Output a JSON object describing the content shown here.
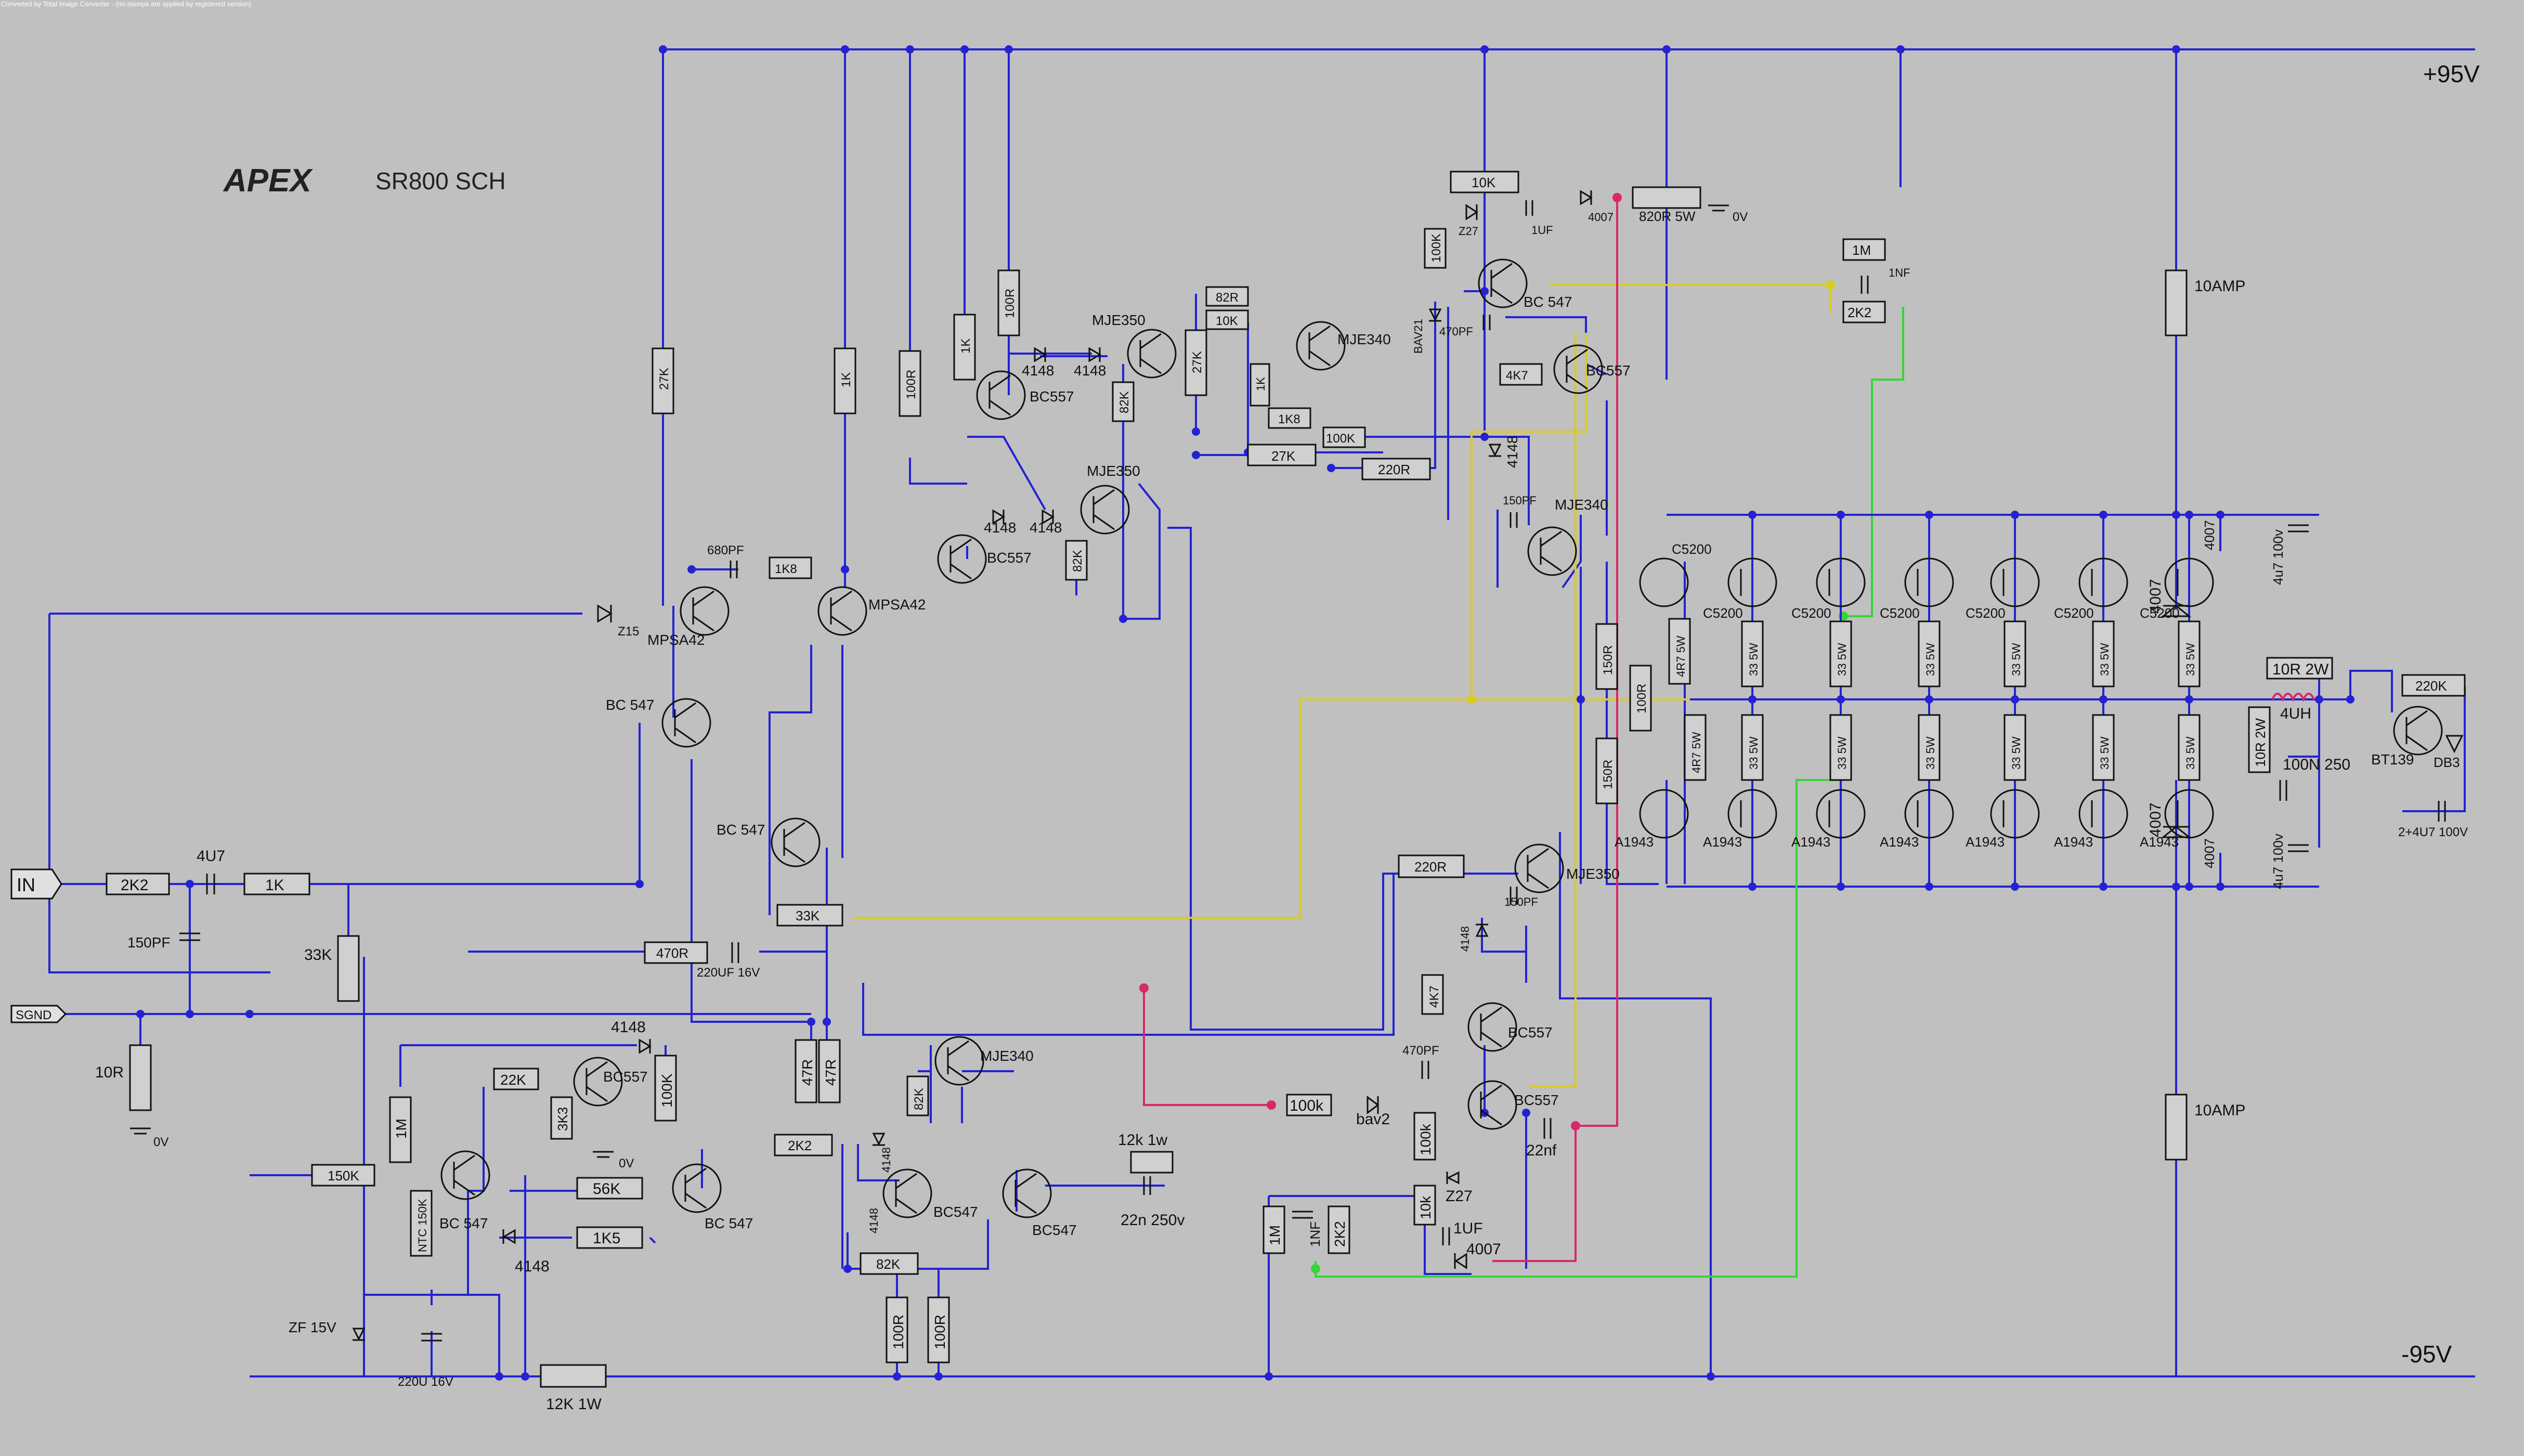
{
  "header": {
    "converter_note": "Converted by Total Image Converter - (no stamps are applied by registered version)"
  },
  "title": {
    "brand": "APEX",
    "model": "SR800 SCH"
  },
  "rails": {
    "positive": "+95V",
    "negative": "-95V"
  },
  "ports": {
    "input": "IN",
    "signal_ground": "SGND"
  },
  "ground": {
    "label": "0V"
  },
  "fuses": {
    "top": "10AMP",
    "bottom": "10AMP"
  },
  "colors": {
    "wire": "#2323d4",
    "bias_trace": "#d8cc22",
    "feedback_trace": "#36d436",
    "protect_trace": "#d8286a",
    "background": "#c0c0c0"
  },
  "resistors": {
    "r_2k2_in": "2K2",
    "r_1k_in": "1K",
    "r_33k_in": "33K",
    "r_10r_gnd": "10R",
    "r_27k_a": "27K",
    "r_1k_a": "1K",
    "r_100r_a": "100R",
    "r_1k_b": "1K",
    "r_100r_b": "100R",
    "r_82k_a": "82K",
    "r_27k_b": "27K",
    "r_82r": "82R",
    "r_10k_a": "10K",
    "r_1k_c": "1K",
    "r_1k8_a": "1K8",
    "r_100k_a": "100K",
    "r_27k_c": "27K",
    "r_220r_a": "220R",
    "r_1k8_b": "1K8",
    "r_82k_b": "82K",
    "r_10k_top": "10K",
    "r_100k_top": "100K",
    "r_820r": "820R 5W",
    "r_1m_top": "1M",
    "r_2k2_top": "2K2",
    "r_4k7_a": "4K7",
    "r_150r_a": "150R",
    "r_150r_b": "150R",
    "r_100r_c": "100R",
    "r_4r7_a": "4R7 5W",
    "r_4r7_b": "4R7 5W",
    "r_33k_mid": "33K",
    "r_470r": "470R",
    "r_47r_a": "47R",
    "r_47r_b": "47R",
    "r_2k2_mid": "2K2",
    "r_22k": "22K",
    "r_3k3": "3K3",
    "r_100k_b": "100K",
    "r_1m_a": "1M",
    "r_150k": "150K",
    "r_ntc": "NTC 150K",
    "r_56k": "56K",
    "r_1k5": "1K5",
    "r_12k_1w": "12K 1W",
    "r_82k_c": "82K",
    "r_100r_d": "100R",
    "r_100r_e": "100R",
    "r_82k_d": "82K",
    "r_12k_1w_b": "12k 1w",
    "r_220r_b": "220R",
    "r_4k7_b": "4K7",
    "r_100k_c": "100k",
    "r_100k_d": "100k",
    "r_10k_b": "10k",
    "r_1m_b": "1M",
    "r_2k2_b": "2K2",
    "r_10r_2w_a": "10R 2W",
    "r_10r_2w_b": "10R 2W",
    "r_220k": "220K",
    "r_33_5w": "33 5W"
  },
  "capacitors": {
    "c_4u7_in": "4U7",
    "c_150pf_in": "150PF",
    "c_680pf": "680PF",
    "c_1uf_top": "1UF",
    "c_470pf_a": "470PF",
    "c_1nf_top": "1NF",
    "c_150pf_a": "150PF",
    "c_220uf": "220UF 16V",
    "c_220u_b": "220U 16V",
    "c_22n": "22n 250v",
    "c_150pf_b": "150PF",
    "c_470pf_b": "470PF",
    "c_22nf": "22nf",
    "c_1uf_b": "1UF",
    "c_1nf_b": "1NF",
    "c_4u7_100v_a": "4u7 100v",
    "c_4u7_100v_b": "4u7 100v",
    "c_100n_250": "100N 250",
    "c_4u7_100v_c": "2+4U7 100V"
  },
  "diodes": {
    "z15": "Z15",
    "d4148": "4148",
    "z27": "Z27",
    "d4007": "4007",
    "bav21": "BAV21",
    "zf15v": "ZF 15V",
    "bav2": "bav2",
    "db3": "DB3"
  },
  "inductor": {
    "label": "4UH"
  },
  "transistors": {
    "mpsa42": "MPSA42",
    "bc547": "BC 547",
    "bc557": "BC557",
    "mje350": "MJE350",
    "mje340": "MJE340",
    "bc547_small": "BC547",
    "c5200": "C5200",
    "a1943": "A1943",
    "bt139": "BT139",
    "bc547_top": "BC 547"
  }
}
